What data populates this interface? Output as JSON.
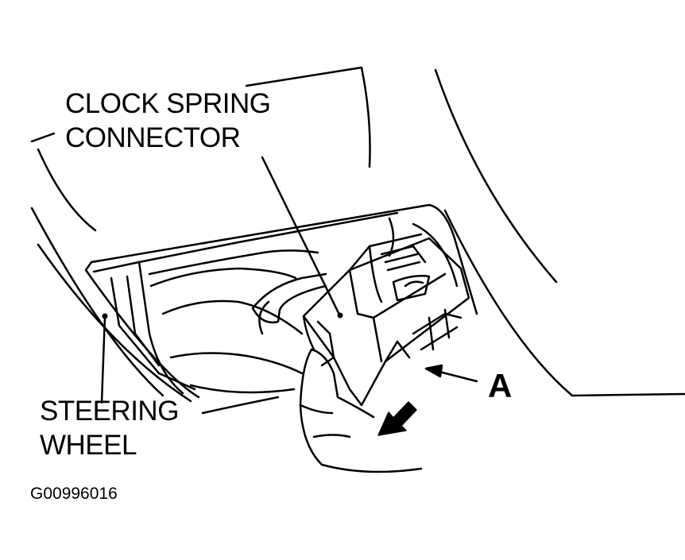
{
  "diagram": {
    "labels": {
      "clock_spring_line1": "CLOCK SPRING",
      "clock_spring_line2": "CONNECTOR",
      "steering_line1": "STEERING",
      "steering_line2": "WHEEL",
      "callout_a": "A",
      "figure_code": "G00996016"
    },
    "colors": {
      "ink": "#000000",
      "paper": "#ffffff",
      "arrow_fill": "#000000"
    },
    "icons": {
      "pull_direction": "pull-arrow-icon"
    }
  }
}
